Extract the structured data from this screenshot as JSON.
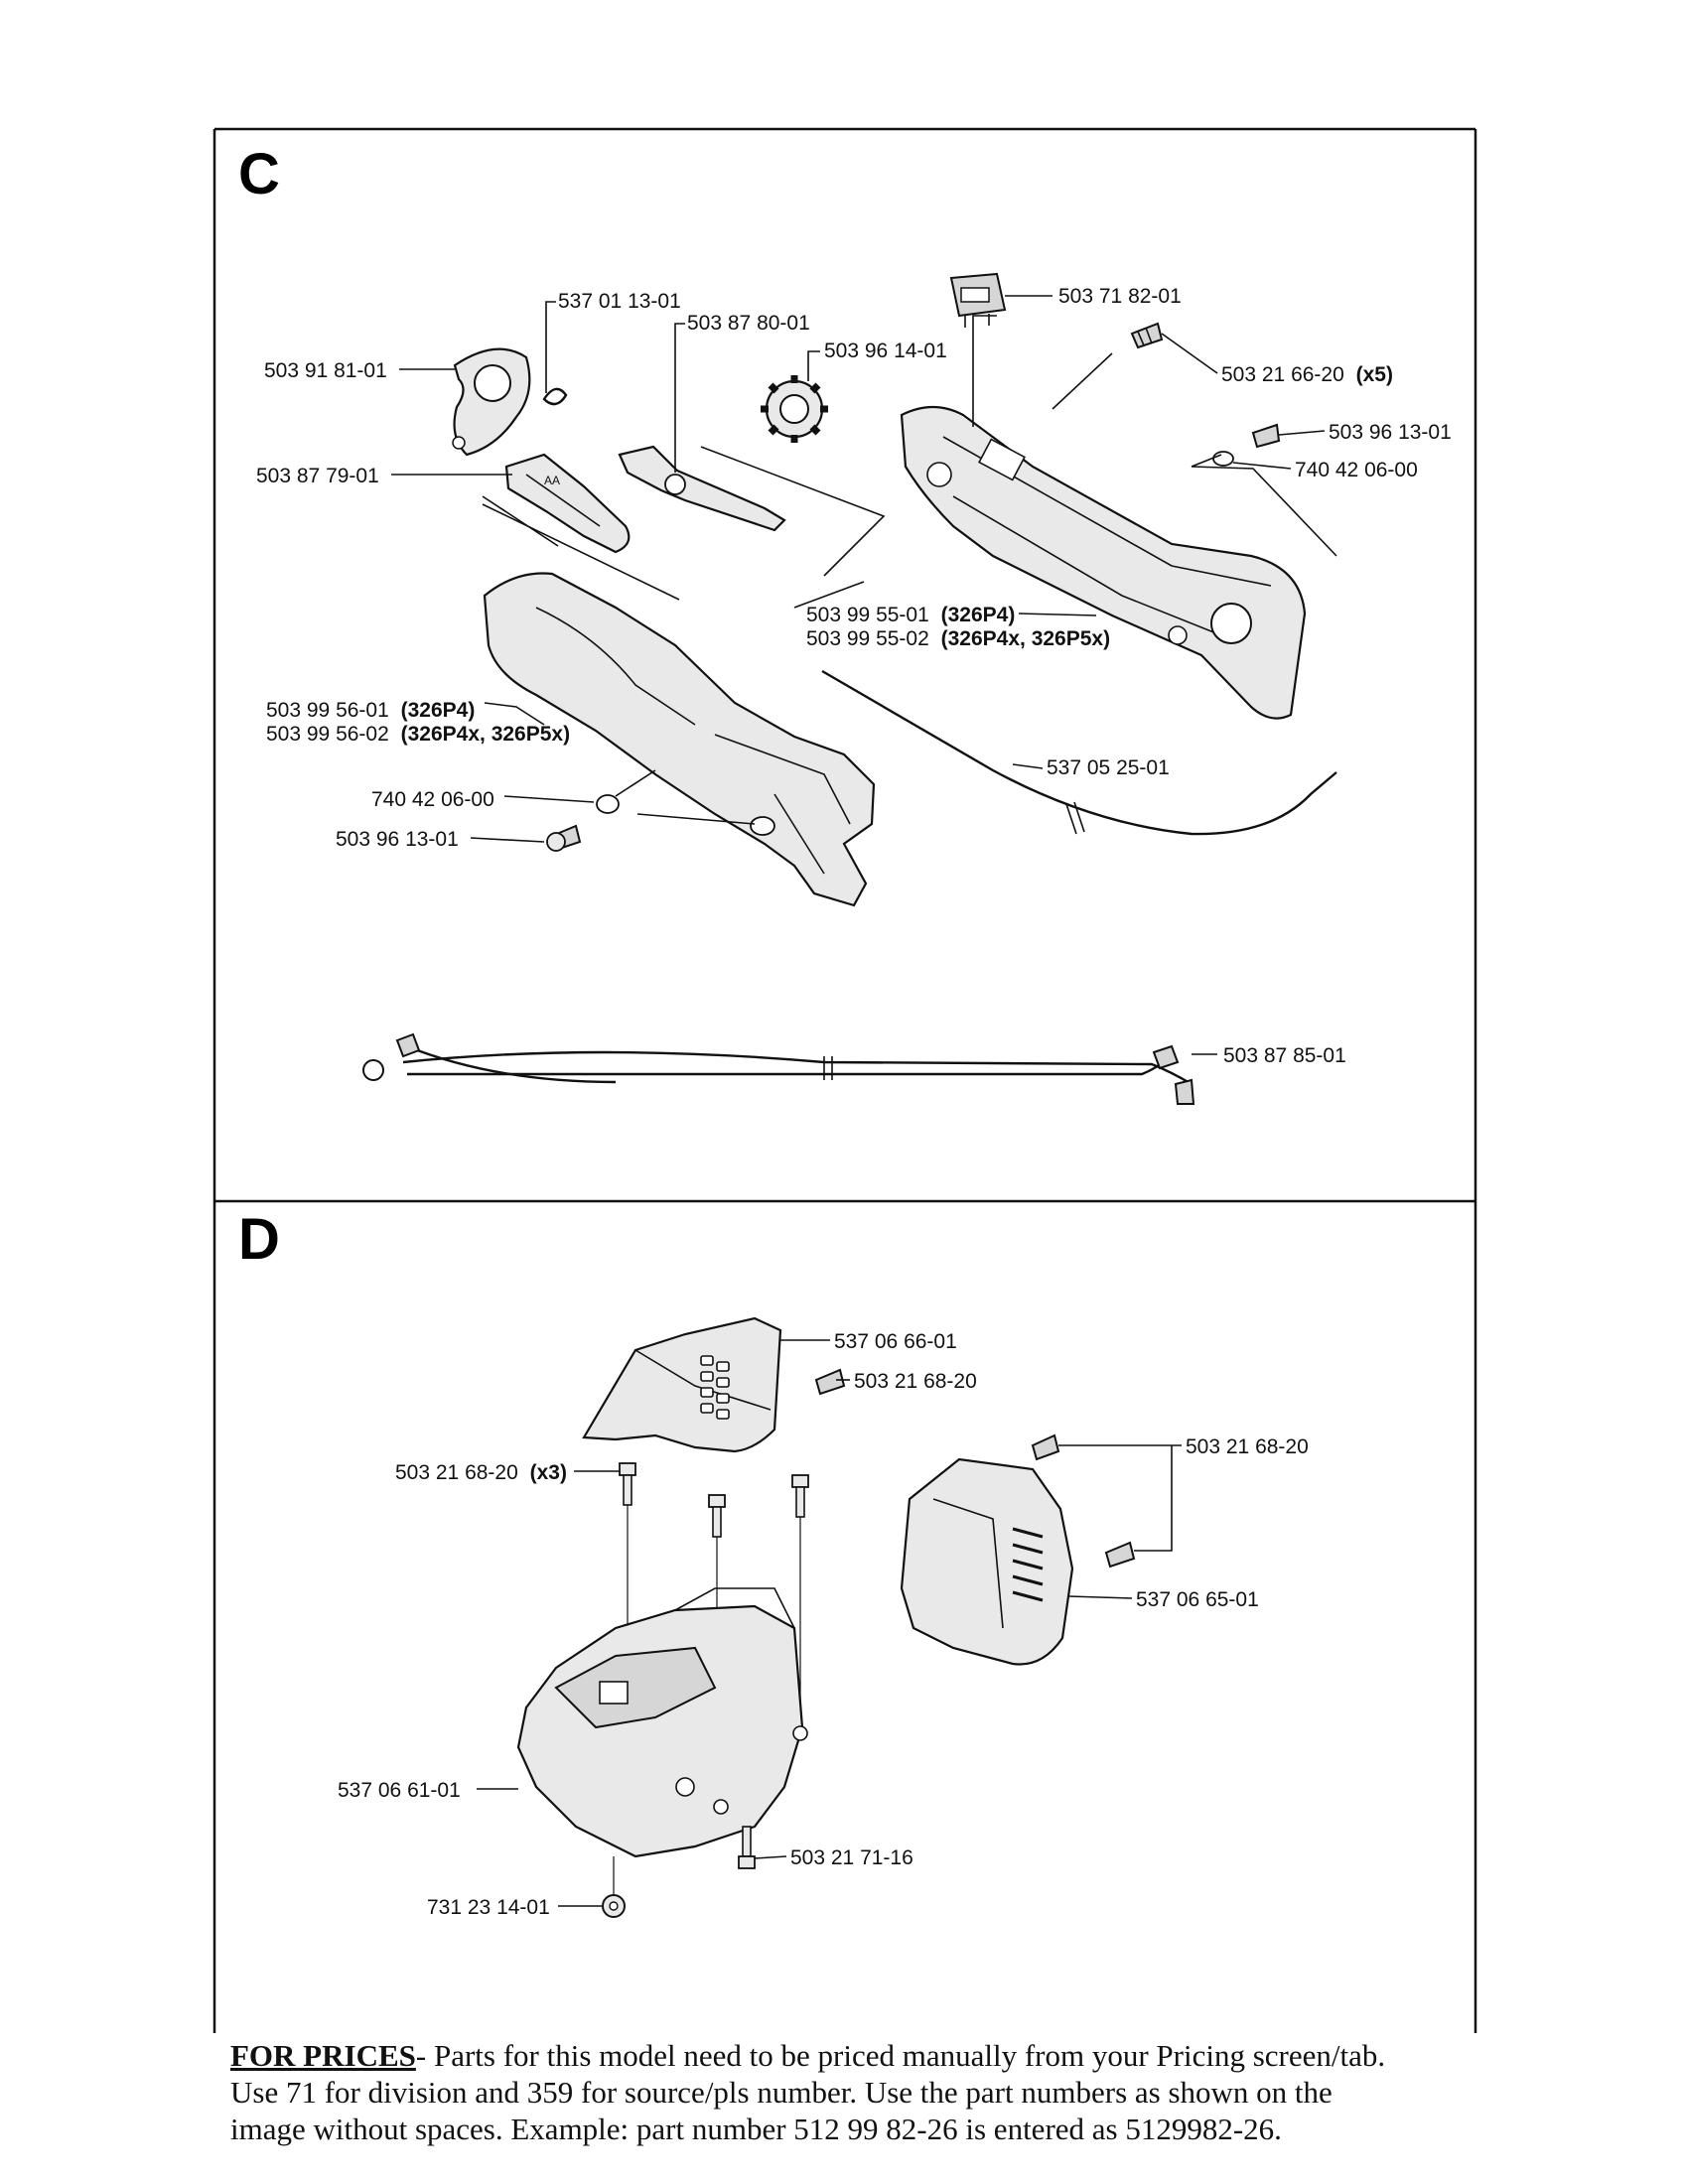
{
  "sections": {
    "c": {
      "letter": "C"
    },
    "d": {
      "letter": "D"
    }
  },
  "labels_c": {
    "p5370113": "537 01 13-01",
    "p5038780": "503 87 80-01",
    "p5039181": "503 91 81-01",
    "p5039614": "503 96 14-01",
    "p5037182": "503 71 82-01",
    "p5032166": "503 21 66-20",
    "p5032166_qty": "(x5)",
    "p5039613_top": "503 96 13-01",
    "p7404206_top": "740 42 06-00",
    "p5038779": "503 87 79-01",
    "p5039955_01": "503 99 55-01",
    "p5039955_01_model": "(326P4)",
    "p5039955_02": "503 99 55-02",
    "p5039955_02_model": "(326P4x, 326P5x)",
    "p5039956_01": "503 99 56-01",
    "p5039956_01_model": "(326P4)",
    "p5039956_02": "503 99 56-02",
    "p5039956_02_model": "(326P4x, 326P5x)",
    "p5370525": "537 05 25-01",
    "p7404206_bot": "740 42 06-00",
    "p5039613_bot": "503 96 13-01",
    "p5038785": "503 87 85-01"
  },
  "labels_d": {
    "p5370666": "537 06 66-01",
    "p5032168_a": "503 21 68-20",
    "p5032168_b": "503 21 68-20",
    "p5032168_x3": "503 21 68-20",
    "p5032168_x3_qty": "(x3)",
    "p5370665": "537 06 65-01",
    "p5370661": "537 06 61-01",
    "p5032171": "503 21 71-16",
    "p7312314": "731 23 14-01"
  },
  "footer": {
    "heading": "FOR PRICES",
    "line1": "- Parts for this model need to be priced manually from your Pricing screen/tab.",
    "line2": "Use 71 for division and 359 for source/pls number.  Use the part numbers as shown on the",
    "line3": "image without spaces.  Example: part number 512 99 82-26 is entered as 5129982-26."
  }
}
